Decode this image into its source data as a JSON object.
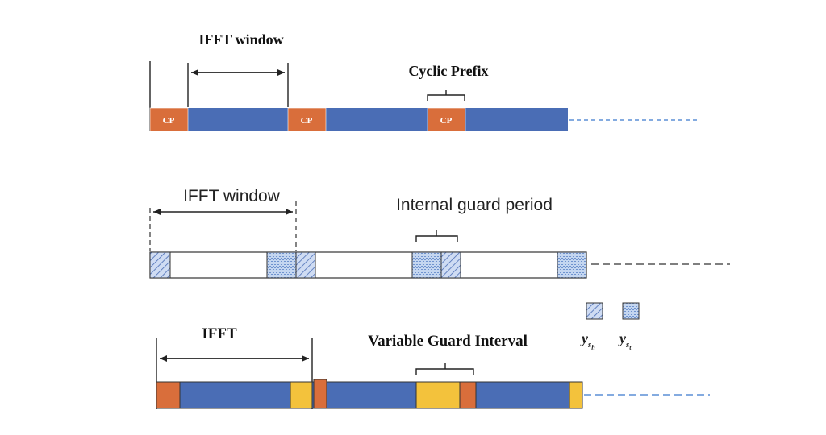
{
  "colors": {
    "blue": "#4A6DB5",
    "orange": "#D96E3B",
    "yellow": "#F3C23C",
    "dash": "#5B8FD6",
    "hatch": "#4A6DB5",
    "line": "#222222"
  },
  "row1": {
    "window_label": "IFFT window",
    "cp_label": "Cyclic Prefix",
    "segment_label": "CP"
  },
  "row2": {
    "window_label": "IFFT window",
    "guard_label": "Internal guard period"
  },
  "row3": {
    "window_label": "IFFT",
    "guard_label": "Variable Guard Interval"
  },
  "legend": {
    "items": [
      {
        "pattern": "diagonal-hatch",
        "symbol": "y",
        "subscript": "s_h"
      },
      {
        "pattern": "dotted-grid",
        "symbol": "y",
        "subscript": "s_t"
      }
    ]
  }
}
